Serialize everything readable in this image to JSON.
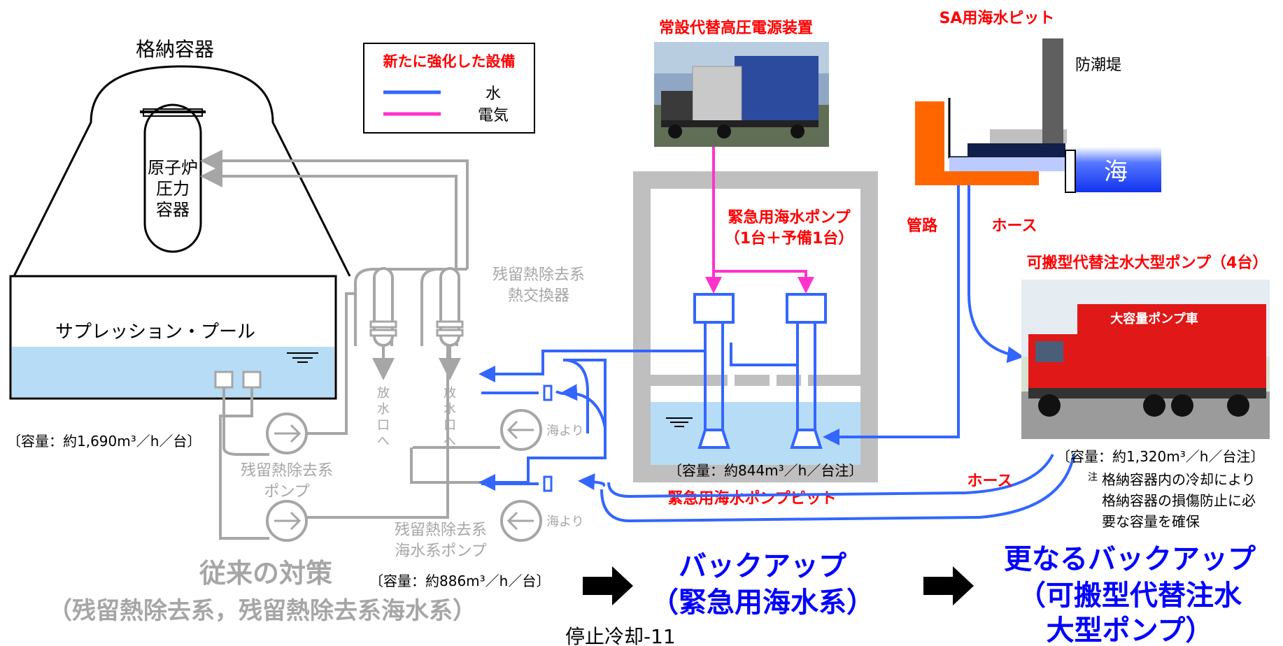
{
  "containment": {
    "title": "格納容器",
    "rpv_line1": "原子炉",
    "rpv_line2": "圧力",
    "rpv_line3": "容器",
    "pool_label": "サプレッション・プール",
    "capacity": "〔容量：約1,690m³／h／台〕"
  },
  "legend": {
    "title": "新たに強化した設備",
    "water": "水",
    "electric": "電気",
    "water_color": "#3366ff",
    "electric_color": "#ff33cc"
  },
  "rhr": {
    "hx_line1": "残留熱除去系",
    "hx_line2": "熱交換器",
    "outlet1": [
      "放",
      "水",
      "口",
      "へ"
    ],
    "outlet2": [
      "放",
      "水",
      "口",
      "へ"
    ],
    "pump_line1": "残留熱除去系",
    "pump_line2": "ポンプ",
    "sw_pump_line1": "残留熱除去系",
    "sw_pump_line2": "海水系ポンプ",
    "from_sea1": "海より",
    "from_sea2": "海より",
    "sw_capacity": "〔容量：約886m³／h／台〕"
  },
  "emergency": {
    "generator_title": "常設代替高圧電源装置",
    "pump_label1": "緊急用海水ポンプ",
    "pump_label2": "（1台＋予備1台）",
    "pit_capacity": "〔容量：約844m³／h／台注〕",
    "pit_label": "緊急用海水ポンプピット"
  },
  "sea": {
    "pit_title": "SA用海水ピット",
    "seawall": "防潮堤",
    "sea": "海",
    "pipe": "管路",
    "hose1": "ホース",
    "hose2": "ホース"
  },
  "portable": {
    "title": "可搬型代替注水大型ポンプ（4台）",
    "capacity": "〔容量：約1,320m³／h／台注〕",
    "note_mark": "注",
    "note_line1": "格納容器内の冷却により",
    "note_line2": "格納容器の損傷防止に必",
    "note_line3": "要な容量を確保",
    "truck_text": "大容量ポンプ車"
  },
  "bottom": {
    "conventional_line1": "従来の対策",
    "conventional_line2": "（残留熱除去系，残留熱除去系海水系）",
    "backup_line1": "バックアップ",
    "backup_line2": "（緊急用海水系）",
    "further_line1": "更なるバックアップ",
    "further_line2": "（可搬型代替注水",
    "further_line3": "大型ポンプ）",
    "page_number": "停止冷却-11"
  }
}
